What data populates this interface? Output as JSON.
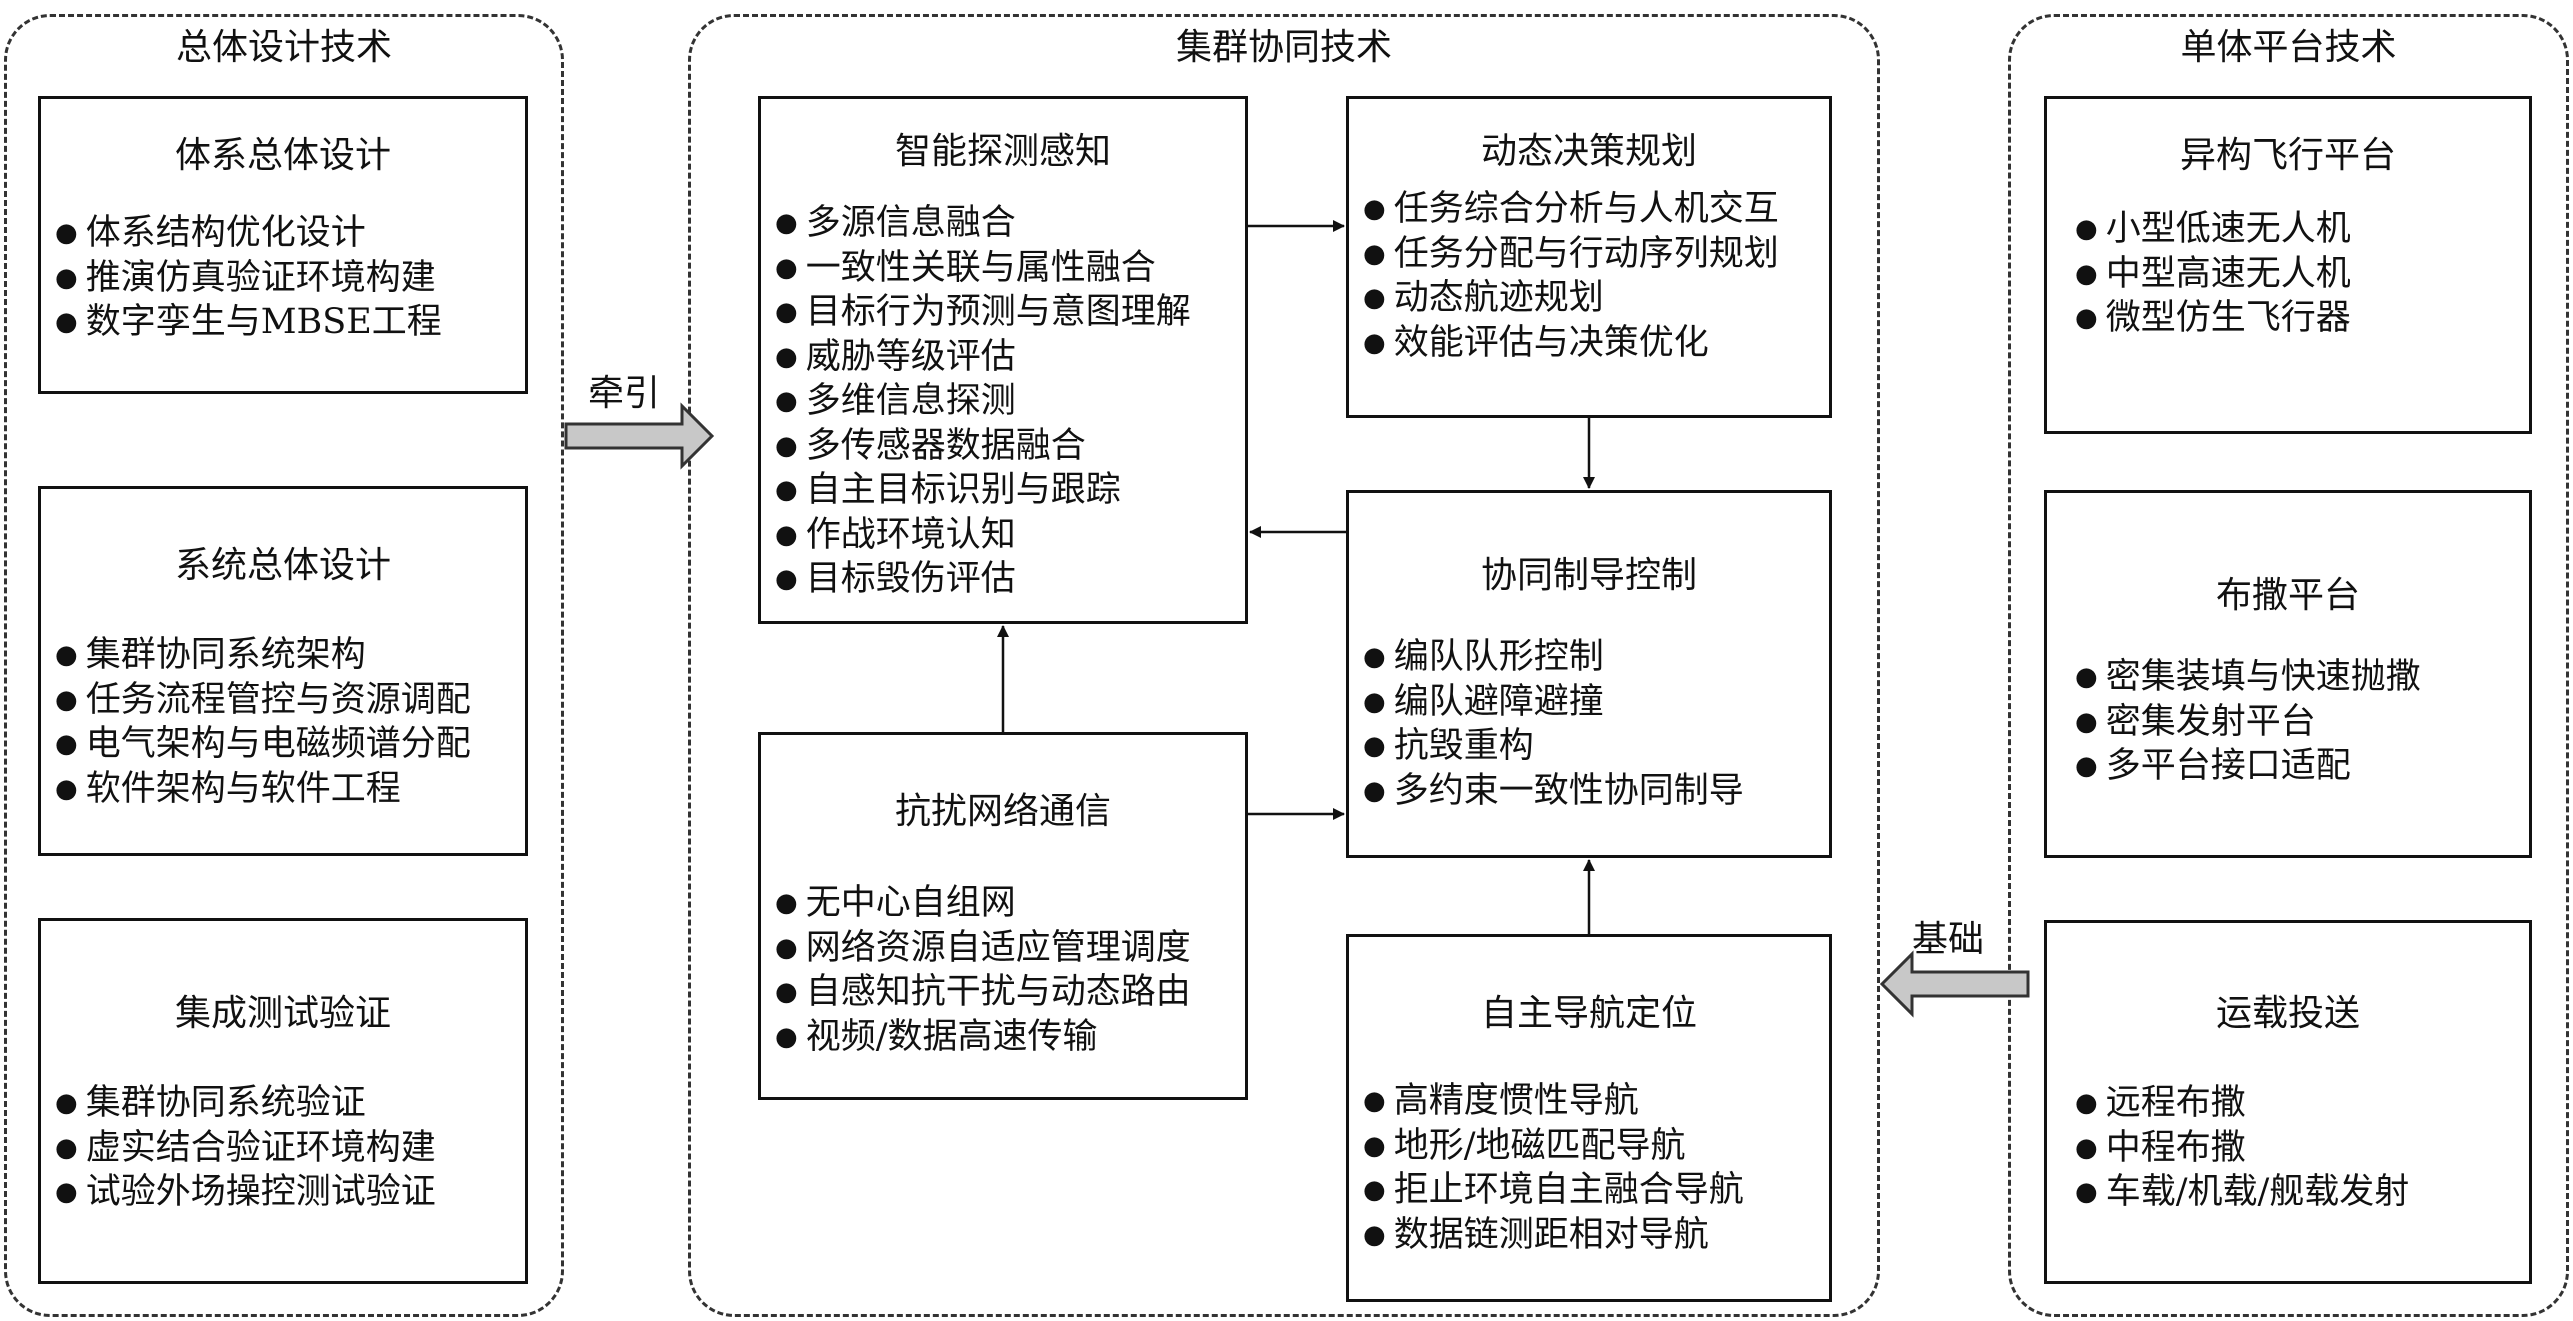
{
  "groups": {
    "left": {
      "title": "总体设计技术"
    },
    "center": {
      "title": "集群协同技术"
    },
    "right": {
      "title": "单体平台技术"
    }
  },
  "boxes": {
    "tixi": {
      "title": "体系总体设计",
      "items": [
        "体系结构优化设计",
        "推演仿真验证环境构建",
        "数字孪生与MBSE工程"
      ]
    },
    "xitong": {
      "title": "系统总体设计",
      "items": [
        "集群协同系统架构",
        "任务流程管控与资源调配",
        "电气架构与电磁频谱分配",
        "软件架构与软件工程"
      ]
    },
    "jicheng": {
      "title": "集成测试验证",
      "items": [
        "集群协同系统验证",
        "虚实结合验证环境构建",
        "试验外场操控测试验证"
      ]
    },
    "zhineng": {
      "title": "智能探测感知",
      "items": [
        "多源信息融合",
        "一致性关联与属性融合",
        "目标行为预测与意图理解",
        "威胁等级评估",
        "多维信息探测",
        "多传感器数据融合",
        "自主目标识别与跟踪",
        "作战环境认知",
        "目标毁伤评估"
      ]
    },
    "dongtai": {
      "title": "动态决策规划",
      "items": [
        "任务综合分析与人机交互",
        "任务分配与行动序列规划",
        "动态航迹规划",
        "效能评估与决策优化"
      ]
    },
    "xietong": {
      "title": "协同制导控制",
      "items": [
        "编队队形控制",
        "编队避障避撞",
        "抗毁重构",
        "多约束一致性协同制导"
      ]
    },
    "kangrao": {
      "title": "抗扰网络通信",
      "items": [
        "无中心自组网",
        "网络资源自适应管理调度",
        "自感知抗干扰与动态路由",
        "视频/数据高速传输"
      ]
    },
    "zizhu": {
      "title": "自主导航定位",
      "items": [
        "高精度惯性导航",
        "地形/地磁匹配导航",
        "拒止环境自主融合导航",
        "数据链测距相对导航"
      ]
    },
    "yigou": {
      "title": "异构飞行平台",
      "items": [
        "小型低速无人机",
        "中型高速无人机",
        "微型仿生飞行器"
      ]
    },
    "busa": {
      "title": "布撒平台",
      "items": [
        "密集装填与快速抛撒",
        "密集发射平台",
        "多平台接口适配"
      ]
    },
    "yunzai": {
      "title": "运载投送",
      "items": [
        "远程布撒",
        "中程布撒",
        "车载/机载/舰载发射"
      ]
    }
  },
  "links": {
    "qianyin": "牵引",
    "jichu": "基础"
  }
}
